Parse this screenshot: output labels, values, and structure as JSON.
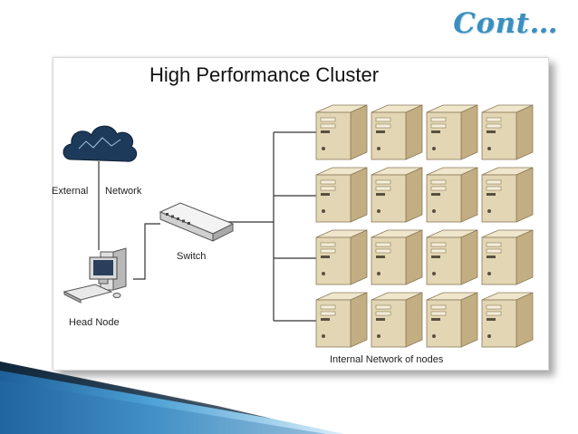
{
  "slide": {
    "title": "Cont…"
  },
  "diagram": {
    "title": "High Performance Cluster",
    "labels": {
      "external": "External",
      "network": "Network",
      "switch": "Switch",
      "head_node": "Head Node",
      "internal_network": "Internal Network of nodes"
    },
    "server_grid": {
      "rows": 4,
      "cols": 4
    },
    "colors": {
      "server_face": "#e3d6b4",
      "server_side": "#c2ae82",
      "cloud": "#1e3a5a",
      "accent_band": "#2a6fa8"
    }
  }
}
